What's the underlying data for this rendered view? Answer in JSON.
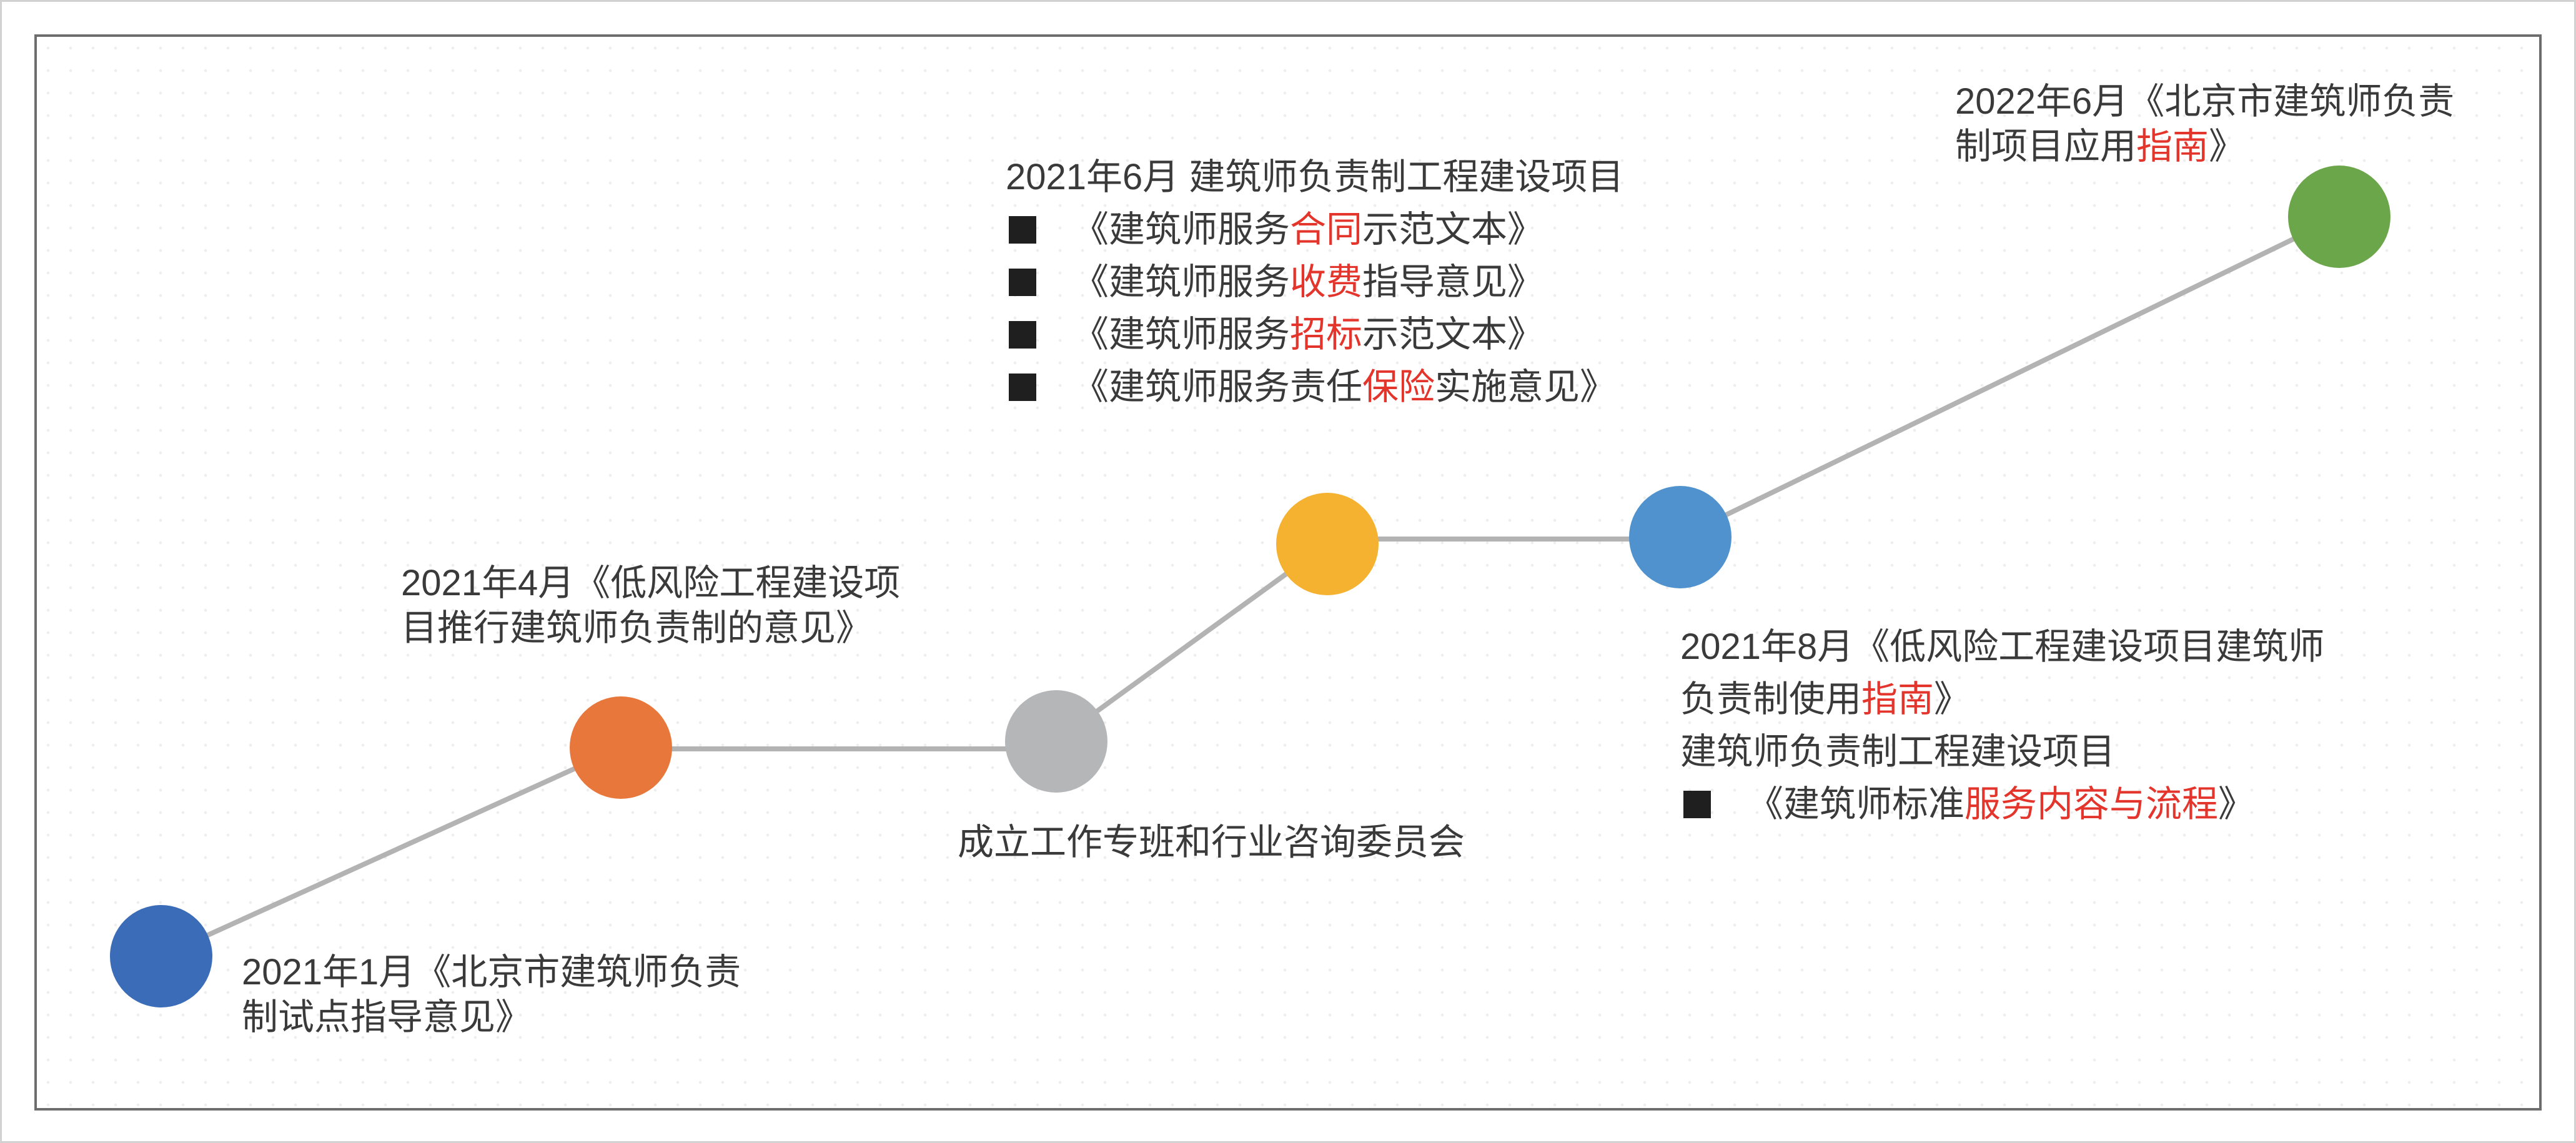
{
  "colors": {
    "text": "#3a3a3a",
    "highlight": "#e3352b",
    "connector": "#b3b3b3",
    "frame": "#6d6d6d"
  },
  "timeline": {
    "nodes": [
      {
        "color": "#3b6cb7"
      },
      {
        "color": "#e8773c"
      },
      {
        "color": "#b5b6b8"
      },
      {
        "color": "#f4b230"
      },
      {
        "color": "#5092cd"
      },
      {
        "color": "#6ba64b"
      }
    ],
    "milestone_1": {
      "line1": "2021年1月《北京市建筑师负责",
      "line2": "制试点指导意见》"
    },
    "milestone_2": {
      "line1": "2021年4月《低风险工程建设项",
      "line2": "目推行建筑师负责制的意见》"
    },
    "milestone_3": {
      "text": "成立工作专班和行业咨询委员会"
    },
    "milestone_4": {
      "title": "2021年6月 建筑师负责制工程建设项目",
      "items": [
        {
          "pre": "《建筑师服务",
          "highlight": "合同",
          "post": "示范文本》"
        },
        {
          "pre": "《建筑师服务",
          "highlight": "收费",
          "post": "指导意见》"
        },
        {
          "pre": "《建筑师服务",
          "highlight": "招标",
          "post": "示范文本》"
        },
        {
          "pre": "《建筑师服务责任",
          "highlight": "保险",
          "post": "实施意见》"
        }
      ]
    },
    "milestone_5": {
      "line1": "2021年8月《低风险工程建设项目建筑师",
      "line2_pre": "负责制使用",
      "line2_highlight": "指南",
      "line2_post": "》",
      "line3": "建筑师负责制工程建设项目",
      "items": [
        {
          "pre": "《建筑师标准",
          "highlight": "服务内容与流程",
          "post": "》"
        }
      ]
    },
    "milestone_6": {
      "line1": "2022年6月《北京市建筑师负责",
      "line2_pre": "制项目应用",
      "line2_highlight": "指南",
      "line2_post": "》"
    }
  }
}
